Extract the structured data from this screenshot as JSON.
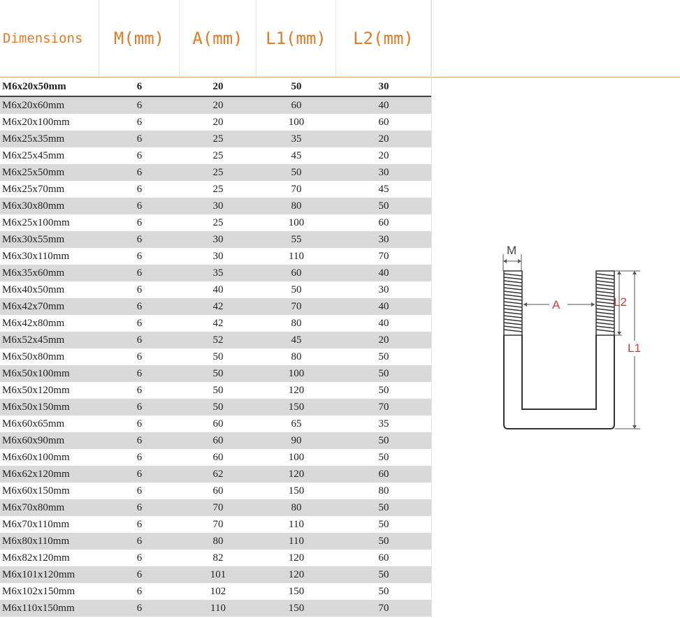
{
  "table": {
    "headers": [
      "Dimensions",
      "M(mm)",
      "A(mm)",
      "L1(mm)",
      "L2(mm)"
    ],
    "rows": [
      [
        "M6x20x50mm",
        "6",
        "20",
        "50",
        "30"
      ],
      [
        "M6x20x60mm",
        "6",
        "20",
        "60",
        "40"
      ],
      [
        "M6x20x100mm",
        "6",
        "20",
        "100",
        "60"
      ],
      [
        "M6x25x35mm",
        "6",
        "25",
        "35",
        "20"
      ],
      [
        "M6x25x45mm",
        "6",
        "25",
        "45",
        "20"
      ],
      [
        "M6x25x50mm",
        "6",
        "25",
        "50",
        "30"
      ],
      [
        "M6x25x70mm",
        "6",
        "25",
        "70",
        "45"
      ],
      [
        "M6x30x80mm",
        "6",
        "30",
        "80",
        "50"
      ],
      [
        "M6x25x100mm",
        "6",
        "25",
        "100",
        "60"
      ],
      [
        "M6x30x55mm",
        "6",
        "30",
        "55",
        "30"
      ],
      [
        "M6x30x110mm",
        "6",
        "30",
        "110",
        "70"
      ],
      [
        "M6x35x60mm",
        "6",
        "35",
        "60",
        "40"
      ],
      [
        "M6x40x50mm",
        "6",
        "40",
        "50",
        "30"
      ],
      [
        "M6x42x70mm",
        "6",
        "42",
        "70",
        "40"
      ],
      [
        "M6x42x80mm",
        "6",
        "42",
        "80",
        "40"
      ],
      [
        "M6x52x45mm",
        "6",
        "52",
        "45",
        "20"
      ],
      [
        "M6x50x80mm",
        "6",
        "50",
        "80",
        "50"
      ],
      [
        "M6x50x100mm",
        "6",
        "50",
        "100",
        "50"
      ],
      [
        "M6x50x120mm",
        "6",
        "50",
        "120",
        "50"
      ],
      [
        "M6x50x150mm",
        "6",
        "50",
        "150",
        "70"
      ],
      [
        "M6x60x65mm",
        "6",
        "60",
        "65",
        "35"
      ],
      [
        "M6x60x90mm",
        "6",
        "60",
        "90",
        "50"
      ],
      [
        "M6x60x100mm",
        "6",
        "60",
        "100",
        "50"
      ],
      [
        "M6x62x120mm",
        "6",
        "62",
        "120",
        "60"
      ],
      [
        "M6x60x150mm",
        "6",
        "60",
        "150",
        "80"
      ],
      [
        "M6x70x80mm",
        "6",
        "70",
        "80",
        "50"
      ],
      [
        "M6x70x110mm",
        "6",
        "70",
        "110",
        "50"
      ],
      [
        "M6x80x110mm",
        "6",
        "80",
        "110",
        "50"
      ],
      [
        "M6x82x120mm",
        "6",
        "82",
        "120",
        "60"
      ],
      [
        "M6x101x120mm",
        "6",
        "101",
        "120",
        "50"
      ],
      [
        "M6x102x150mm",
        "6",
        "102",
        "150",
        "50"
      ],
      [
        "M6x110x150mm",
        "6",
        "110",
        "150",
        "70"
      ]
    ]
  },
  "diagram": {
    "label_m": "M",
    "label_a": "A",
    "label_l1": "L1",
    "label_l2": "L2"
  },
  "colors": {
    "header_text": "#e07b28",
    "row_shade": "#d9d9d9",
    "label_red": "#d23a3a"
  }
}
